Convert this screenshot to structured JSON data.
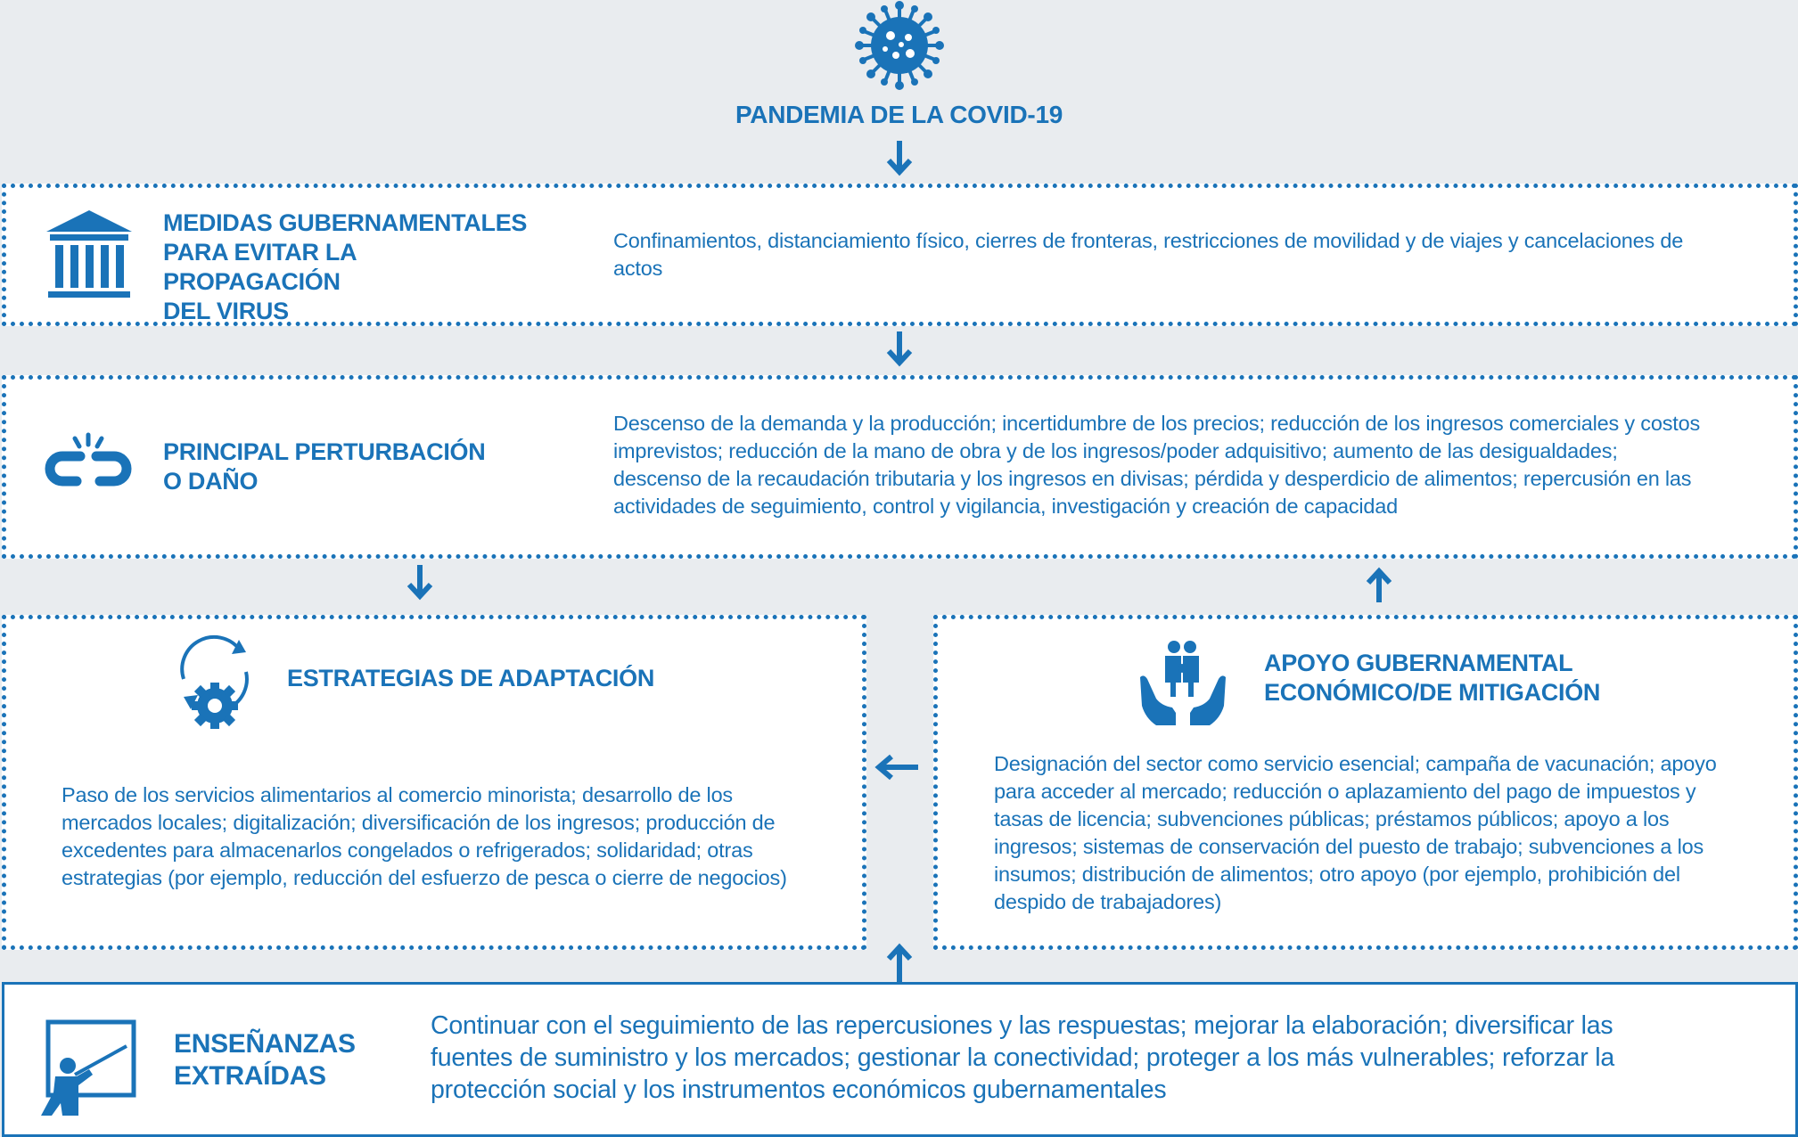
{
  "top": {
    "title": "PANDEMIA DE LA COVID-19"
  },
  "measures": {
    "title": "MEDIDAS GUBERNAMENTALES\nPARA EVITAR LA PROPAGACIÓN\nDEL VIRUS",
    "text": "Confinamientos, distanciamiento físico, cierres de fronteras, restricciones de movilidad y de viajes y cancelaciones de actos"
  },
  "disruption": {
    "title": "PRINCIPAL PERTURBACIÓN\nO DAÑO",
    "text": "Descenso de la demanda y la producción; incertidumbre de los precios; reducción de los ingresos comerciales y costos imprevistos; reducción de la mano de obra y de los ingresos/poder adquisitivo; aumento de las desigualdades; descenso de la recaudación tributaria y los ingresos en divisas; pérdida y desperdicio de alimentos; repercusión en las actividades de seguimiento, control y vigilancia, investigación y creación de capacidad"
  },
  "adaptation": {
    "title": "ESTRATEGIAS DE ADAPTACIÓN",
    "text": "Paso de los servicios alimentarios al comercio minorista; desarrollo de los mercados locales; digitalización; diversificación de los ingresos; producción de excedentes para almacenarlos congelados o refrigerados; solidaridad; otras estrategias (por ejemplo, reducción del esfuerzo de pesca o cierre de negocios)"
  },
  "support": {
    "title": "APOYO GUBERNAMENTAL\nECONÓMICO/DE MITIGACIÓN",
    "text": "Designación del sector como servicio esencial; campaña de vacunación; apoyo para acceder al mercado; reducción o aplazamiento del pago de impuestos y tasas de licencia; subvenciones públicas; préstamos públicos; apoyo a los ingresos; sistemas de conservación del puesto de trabajo; subvenciones a los insumos; distribución de alimentos; otro apoyo (por ejemplo, prohibición del despido de trabajadores)"
  },
  "lessons": {
    "title": "ENSEÑANZAS\nEXTRAÍDAS",
    "text": "Continuar con el seguimiento de las repercusiones y las respuestas; mejorar la elaboración; diversificar las fuentes de suministro y los mercados; gestionar la conectividad; proteger a los más vulnerables; reforzar la protección social y los instrumentos económicos gubernamentales"
  },
  "icons": {
    "virus": "virus-icon",
    "government": "government-building-icon",
    "broken_chain": "broken-chain-icon",
    "gear_cycle": "gear-cycle-icon",
    "hands_family": "hands-family-icon",
    "teacher": "teacher-board-icon"
  },
  "colors": {
    "primary": "#1a73b8",
    "background": "#e9ecef",
    "box": "#ffffff"
  }
}
